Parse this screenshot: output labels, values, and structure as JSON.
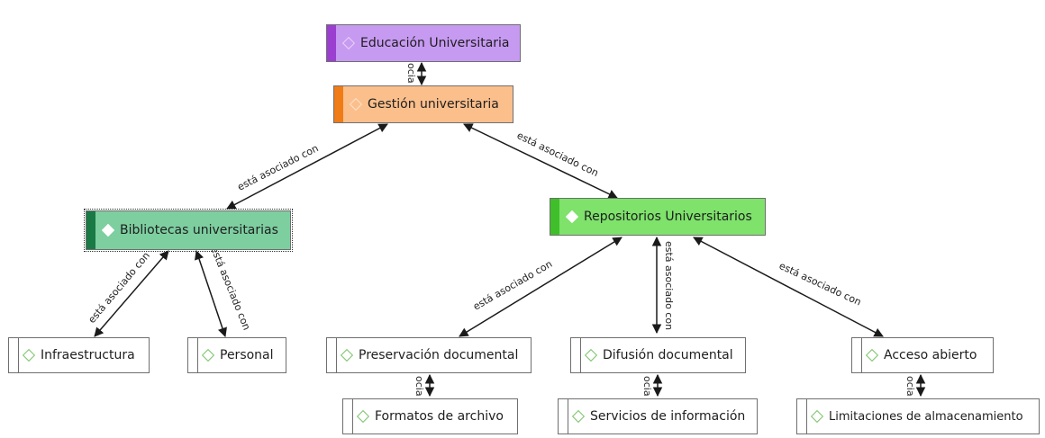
{
  "colors": {
    "educacion_fill": "#c79af2",
    "educacion_bar": "#9a3fd0",
    "gestion_fill": "#fbbf8c",
    "gestion_bar": "#f07c17",
    "bibliotecas_fill": "#7dcfa0",
    "bibliotecas_bar": "#1a7a45",
    "repositorios_fill": "#7ee26b",
    "repositorios_bar": "#3fbf2a"
  },
  "nodes": {
    "educacion": "Educación Universitaria",
    "gestion": "Gestión universitaria",
    "bibliotecas": "Bibliotecas universitarias",
    "repositorios": "Repositorios Universitarios",
    "infraestructura": "Infraestructura",
    "personal": "Personal",
    "preservacion": "Preservación documental",
    "difusion": "Difusión documental",
    "acceso": "Acceso abierto",
    "formatos": "Formatos de archivo",
    "servicios": "Servicios de información",
    "limitaciones": "Limitaciones de almacenamiento"
  },
  "edges": {
    "assoc": "está asociado con",
    "short": "ocia"
  },
  "icons": {
    "node": "diamond-icon"
  }
}
